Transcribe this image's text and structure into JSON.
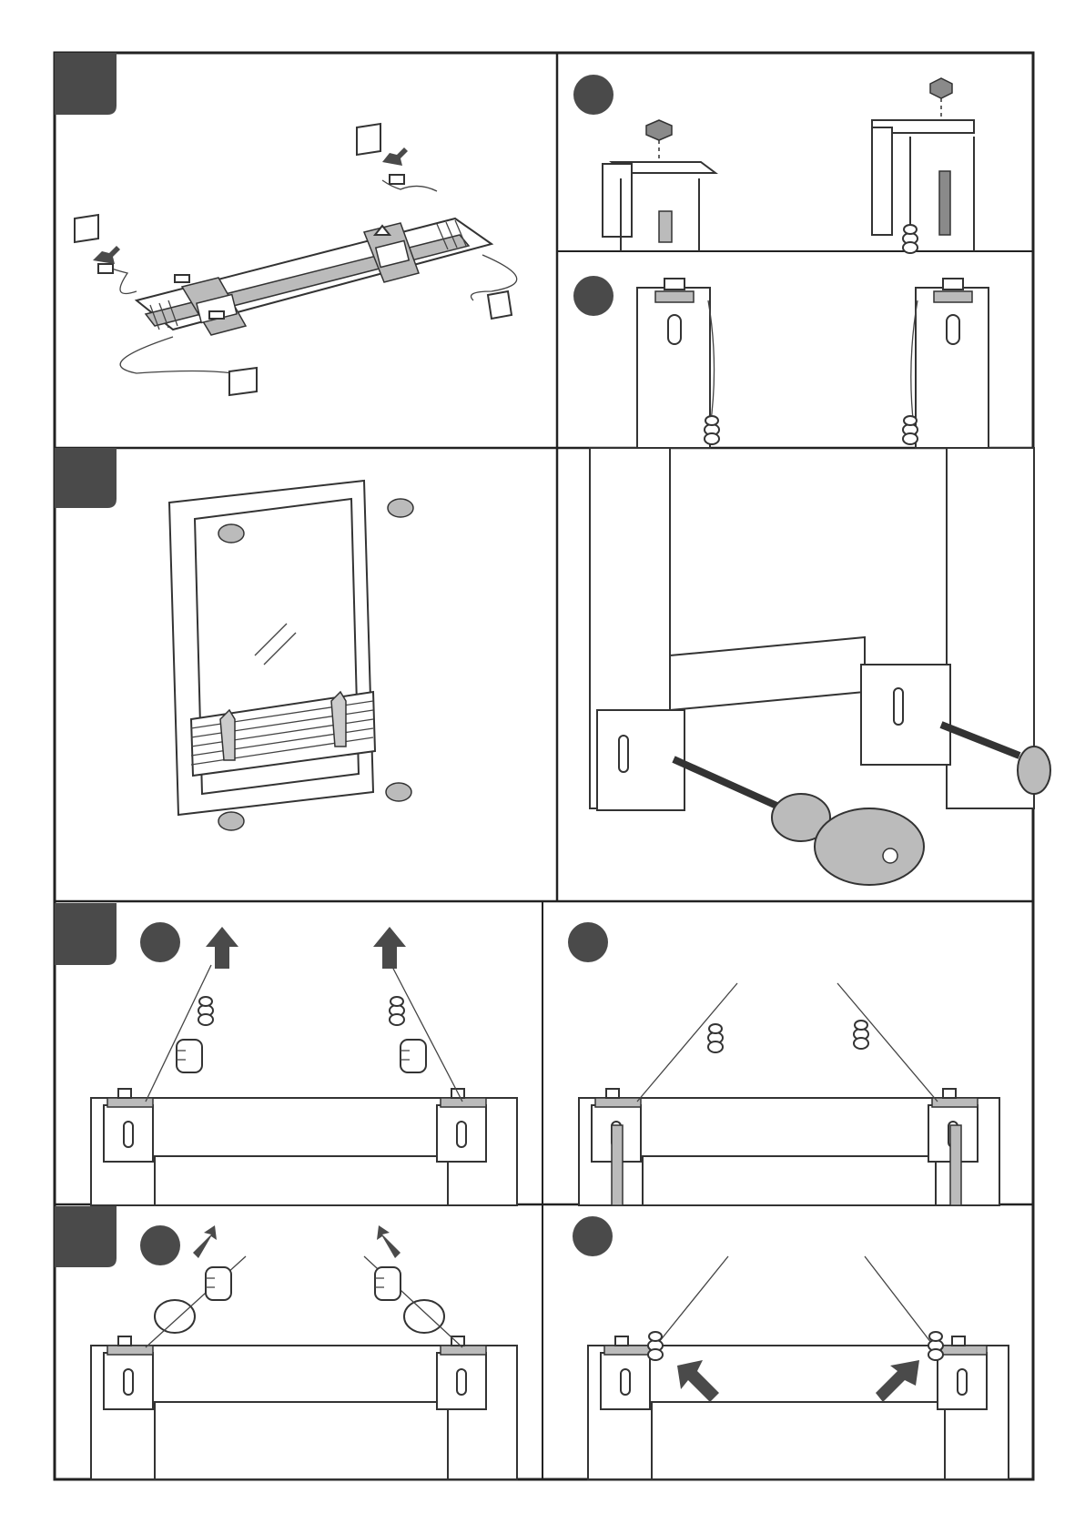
{
  "page": {
    "background": "#ffffff",
    "frame_color": "#222222",
    "badge_color": "#4a4a4a",
    "accent_gray": "#bbbbbb"
  },
  "steps": [
    {
      "id": "mount-blind-brackets",
      "has_corner_badge": true,
      "substeps": [
        {
          "id": "attach-nut-to-bracket",
          "badge": "circle"
        },
        {
          "id": "cord-through-bracket",
          "badge": "circle"
        }
      ]
    },
    {
      "id": "screw-brackets-to-frame",
      "has_corner_badge": true
    },
    {
      "id": "tension-cords",
      "has_corner_badge": true,
      "substeps": [
        {
          "id": "pull-cords-up",
          "badge": "circle"
        },
        {
          "id": "tighten-bracket-screws",
          "badge": "circle"
        }
      ]
    },
    {
      "id": "tie-knots",
      "has_corner_badge": true,
      "substeps": [
        {
          "id": "form-knot-loops",
          "badge": "circle"
        },
        {
          "id": "push-knots-to-bracket",
          "badge": "circle"
        }
      ]
    }
  ],
  "icons": [
    "arrow-up-icon",
    "arrow-diagonal-icon",
    "hand-icon",
    "screwdriver-icon",
    "knot-icon",
    "bracket-icon",
    "nut-icon",
    "window-icon",
    "blind-icon"
  ]
}
